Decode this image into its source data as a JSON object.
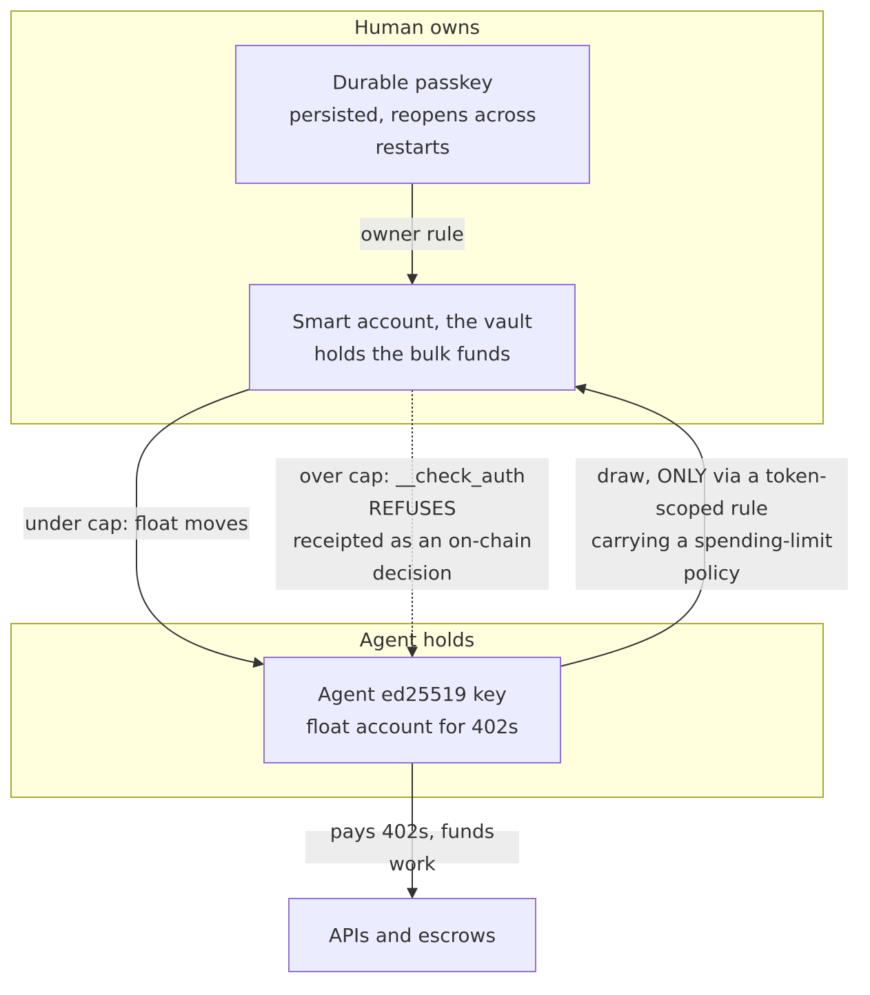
{
  "clusters": {
    "human": {
      "title": "Human owns"
    },
    "agent": {
      "title": "Agent holds"
    }
  },
  "nodes": {
    "passkey": {
      "lines": [
        "Durable passkey",
        "persisted, reopens across",
        "restarts"
      ]
    },
    "vault": {
      "lines": [
        "Smart account, the vault",
        "holds the bulk funds"
      ]
    },
    "agent_key": {
      "lines": [
        "Agent ed25519 key",
        "float account for 402s"
      ]
    },
    "apis": {
      "lines": [
        "APIs and escrows"
      ]
    }
  },
  "edges": {
    "owner_rule": {
      "lines": [
        "owner rule"
      ]
    },
    "under_cap": {
      "lines": [
        "under cap: float moves"
      ]
    },
    "over_cap": {
      "lines": [
        "over cap: __check_auth",
        "REFUSES",
        "receipted as an on-chain",
        "decision"
      ]
    },
    "draw": {
      "lines": [
        "draw, ONLY via a token-",
        "scoped rule",
        "carrying a spending-limit",
        "policy"
      ]
    },
    "pays": {
      "lines": [
        "pays 402s, funds work"
      ]
    }
  },
  "colors": {
    "cluster_fill": "#ffffde",
    "cluster_border": "#aaaa33",
    "node_fill": "#ececff",
    "node_border": "#9370db",
    "edge_label_bg": "#e8e8e8",
    "line": "#333333"
  }
}
